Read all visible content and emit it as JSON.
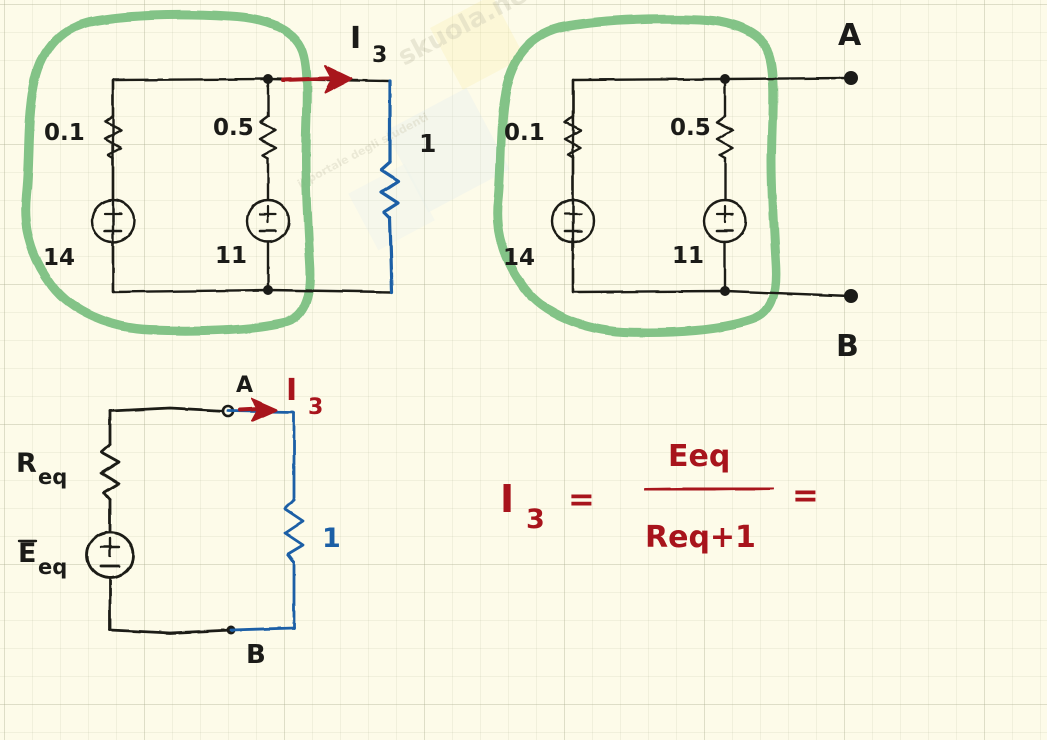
{
  "meta": {
    "title": "Hand-drawn circuit notes: Thevenin equivalent",
    "background_color": "#fdfbe9",
    "grid_color": "#b4b296",
    "ink_color": "#1b1b18",
    "highlight_color": "#79bf7f",
    "red_color": "#a8141c",
    "blue_color": "#1b5fa6"
  },
  "watermark": {
    "text": "skuola.net",
    "subtext": "il portale degli studenti"
  },
  "circuit_original": {
    "name": "original-circuit",
    "labels": {
      "r1": "0.1",
      "r2": "0.5",
      "r3": "1",
      "e1": "14",
      "e2": "11",
      "current": "I",
      "current_sub": "3"
    },
    "source_symbol": {
      "plus": "+",
      "minus": "−"
    },
    "highlight_note": "green loop encircles the 0.1/14 and 0.5/11 branches"
  },
  "circuit_terminals": {
    "name": "terminals-circuit",
    "labels": {
      "r1": "0.1",
      "r2": "0.5",
      "e1": "14",
      "e2": "11",
      "terminal_a": "A",
      "terminal_b": "B"
    },
    "source_symbol": {
      "plus": "+",
      "minus": "−"
    },
    "highlight_note": "green loop encircles the two-source network feeding terminals A and B"
  },
  "circuit_equivalent": {
    "name": "thevenin-equivalent-circuit",
    "labels": {
      "req": "R",
      "req_sub": "eq",
      "eeq": "E",
      "eeq_sub": "eq",
      "load": "1",
      "terminal_a": "A",
      "terminal_b": "B",
      "current": "I",
      "current_sub": "3"
    },
    "source_symbol": {
      "plus": "+",
      "minus": "−"
    }
  },
  "formula": {
    "name": "current-formula",
    "lhs": "I",
    "lhs_sub": "3",
    "eq1": "=",
    "numerator": "Eeq",
    "denominator": "Req+1",
    "eq2": "="
  }
}
